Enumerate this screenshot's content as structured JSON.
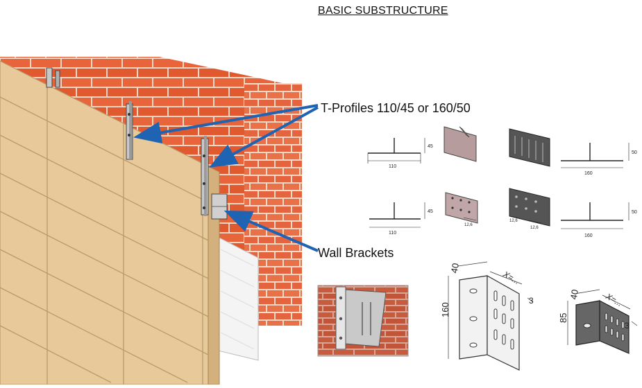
{
  "title": "BASIC SUBSTRUCTURE",
  "labels": {
    "t_profiles": "T-Profiles 110/45 or 160/50",
    "wall_brackets": "Wall Brackets"
  },
  "profile_110": {
    "width": "110",
    "height": "45",
    "hole_spacing": "12,6"
  },
  "profile_160": {
    "width": "160",
    "height": "50",
    "hole_spacing_a": "12,6",
    "hole_spacing_b": "12,6"
  },
  "bracket_large": {
    "depth": "40",
    "height": "160",
    "length": "X=...",
    "thickness": "3"
  },
  "bracket_small": {
    "depth": "40",
    "height": "85",
    "length": "X=...",
    "thickness": "3"
  },
  "colors": {
    "brick": "#e8643a",
    "mortar": "#f2d9c8",
    "panel": "#e8c99a",
    "arrow": "#1f63b3",
    "insulation": "#f4f4f4"
  }
}
